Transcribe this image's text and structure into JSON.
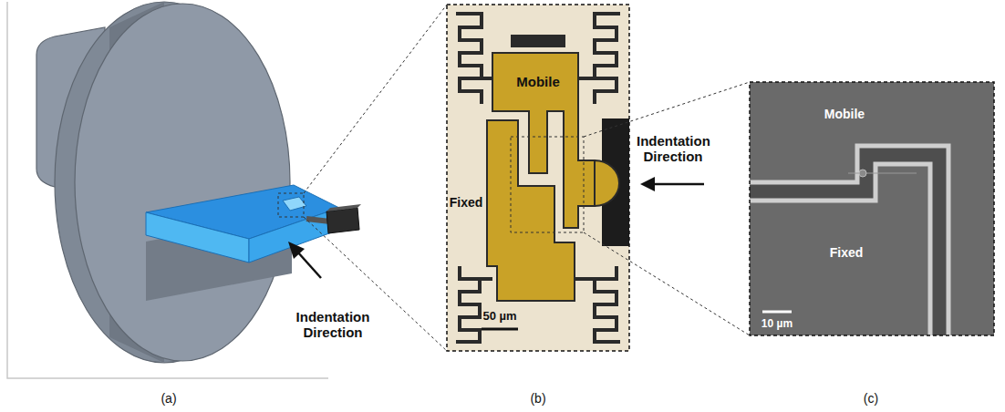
{
  "diagram": {
    "labels": [
      "Indentation Direction",
      "Mobile",
      "Fixed",
      "Indentation Direction",
      "50 µm",
      "Mobile",
      "Fixed",
      "10 µm",
      "(a)",
      "(b)",
      "(c)"
    ]
  }
}
